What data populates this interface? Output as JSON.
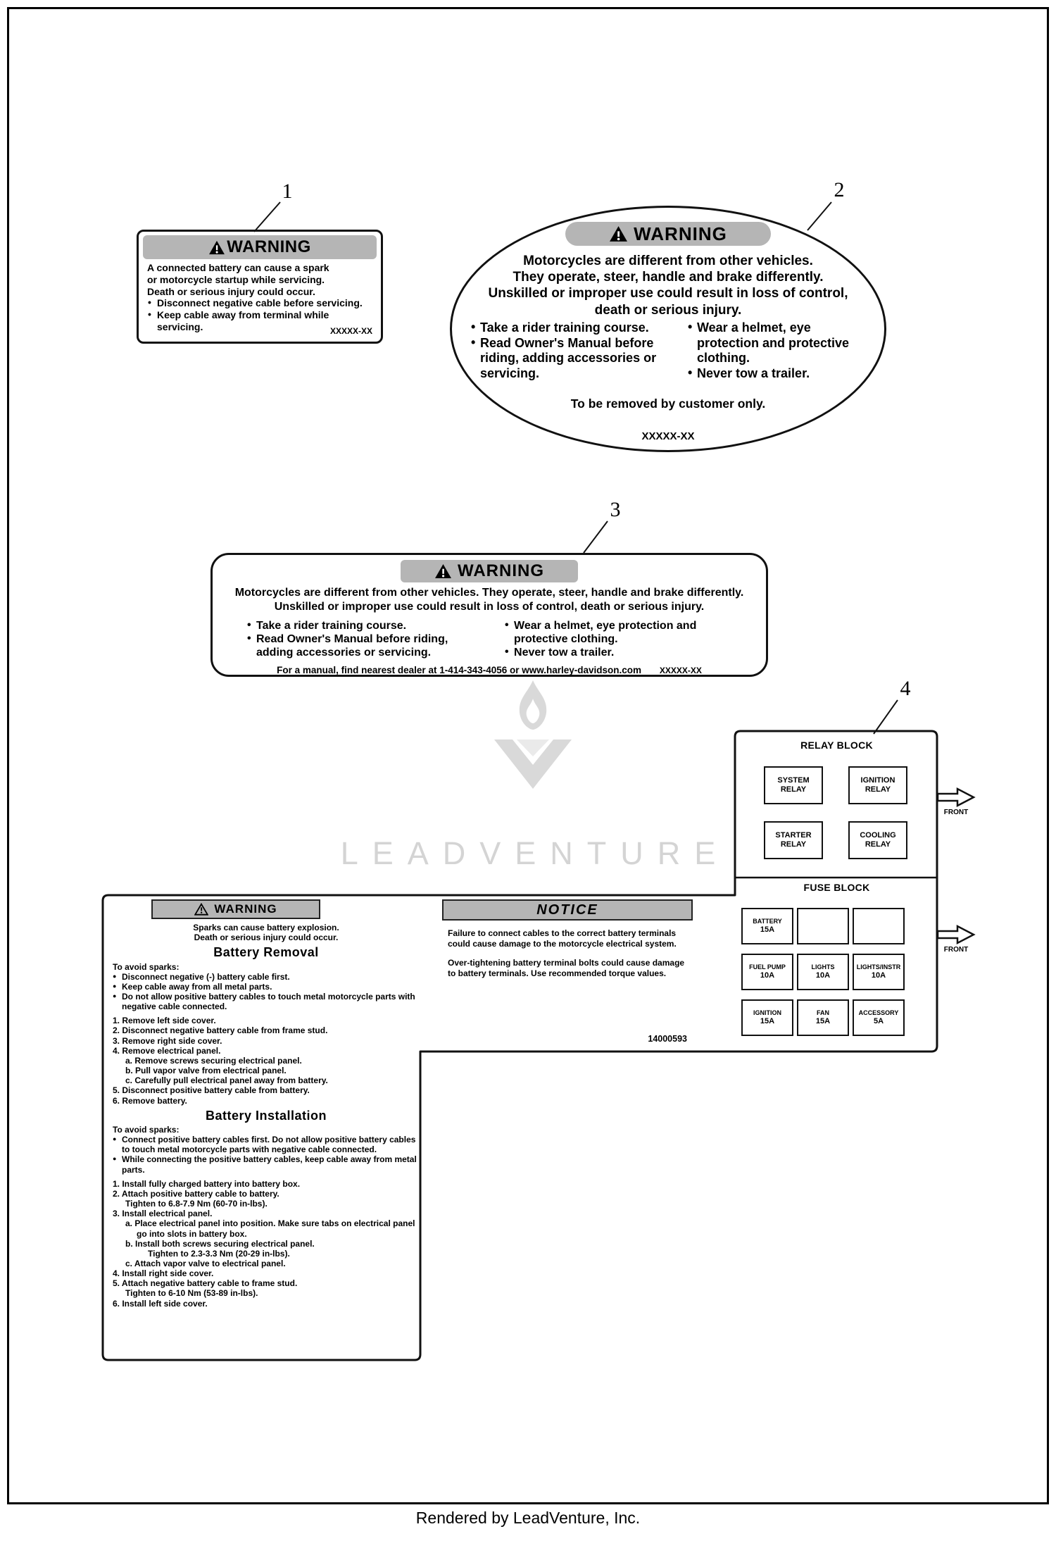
{
  "page": {
    "footer": "Rendered by LeadVenture, Inc."
  },
  "watermark": {
    "text": "LEADVENTURE"
  },
  "colors": {
    "header_gray": "#b5b5b5",
    "watermark_gray": "#d4d4d4"
  },
  "callouts": {
    "n1": "1",
    "n2": "2",
    "n3": "3",
    "n4": "4"
  },
  "label1": {
    "header": "WARNING",
    "line1": "A connected battery can cause a spark",
    "line2": "or motorcycle startup while servicing.",
    "line3": "Death or serious injury could occur.",
    "bullet1": "Disconnect negative cable before servicing.",
    "bullet2": "Keep cable away from terminal while servicing.",
    "part": "XXXXX-XX"
  },
  "label2": {
    "header": "WARNING",
    "line1": "Motorcycles are different from other vehicles.",
    "line2": "They operate, steer, handle and brake differently.",
    "line3": "Unskilled or improper use could result in loss of control,",
    "line4": "death or serious injury.",
    "bullet_left1": "Take a rider training course.",
    "bullet_left2": "Read Owner's Manual before riding, adding accessories or servicing.",
    "bullet_right1": "Wear a helmet, eye protection and protective clothing.",
    "bullet_right2": "Never tow a trailer.",
    "remove_note": "To be removed by customer only.",
    "part": "XXXXX-XX"
  },
  "label3": {
    "header": "WARNING",
    "line1": "Motorcycles are different from other vehicles.  They operate, steer, handle and brake differently.",
    "line2": "Unskilled or improper use could result in loss of control, death or serious injury.",
    "bullet_left1": "Take a rider training course.",
    "bullet_left2": "Read Owner's Manual before riding, adding accessories or servicing.",
    "bullet_right1": "Wear a helmet, eye protection and protective clothing.",
    "bullet_right2": "Never tow a trailer.",
    "footer": "For a manual, find nearest dealer at 1-414-343-4056 or www.harley-davidson.com",
    "part": "XXXXX-XX"
  },
  "label4": {
    "relay_block": {
      "title": "RELAY BLOCK",
      "cells": [
        "SYSTEM RELAY",
        "IGNITION RELAY",
        "STARTER RELAY",
        "COOLING RELAY"
      ],
      "front": "FRONT"
    },
    "fuse_block": {
      "title": "FUSE BLOCK",
      "cells": [
        {
          "name": "BATTERY",
          "amp": "15A"
        },
        {
          "name": "",
          "amp": ""
        },
        {
          "name": "",
          "amp": ""
        },
        {
          "name": "FUEL PUMP",
          "amp": "10A"
        },
        {
          "name": "LIGHTS",
          "amp": "10A"
        },
        {
          "name": "LIGHTS/INSTR",
          "amp": "10A"
        },
        {
          "name": "IGNITION",
          "amp": "15A"
        },
        {
          "name": "FAN",
          "amp": "15A"
        },
        {
          "name": "ACCESSORY",
          "amp": "5A"
        }
      ],
      "front": "FRONT"
    },
    "warning": {
      "header": "WARNING",
      "intro1": "Sparks can cause battery explosion.",
      "intro2": "Death or serious injury could occur.",
      "removal_title": "Battery Removal",
      "removal_lead": "To avoid sparks:",
      "removal_bullets": [
        "Disconnect negative (-) battery cable first.",
        "Keep cable away from all metal parts.",
        "Do not allow positive battery cables to touch metal motorcycle parts with negative cable connected."
      ],
      "removal_steps": [
        "1. Remove left side cover.",
        "2. Disconnect negative battery cable from frame stud.",
        "3. Remove right side cover.",
        "4. Remove electrical panel.",
        "a. Remove screws securing electrical panel.",
        "b. Pull vapor valve from electrical panel.",
        "c. Carefully pull electrical panel away from battery.",
        "5. Disconnect positive battery cable from battery.",
        "6. Remove battery."
      ],
      "install_title": "Battery Installation",
      "install_lead": "To avoid sparks:",
      "install_bullets": [
        "Connect positive battery cables first. Do not allow positive battery cables to touch metal motorcycle parts with negative cable connected.",
        "While connecting the positive battery cables, keep cable away from metal parts."
      ],
      "install_steps": [
        "1. Install fully charged battery into battery box.",
        "2. Attach positive battery cable to battery.",
        "Tighten to 6.8-7.9 Nm (60-70 in-lbs).",
        "3. Install electrical panel.",
        "a. Place electrical panel into position. Make sure tabs on electrical panel go into slots in battery box.",
        "b. Install both screws securing electrical panel.",
        "Tighten to 2.3-3.3 Nm (20-29 in-lbs).",
        "c. Attach vapor valve to electrical panel.",
        "4. Install right side cover.",
        "5. Attach negative battery cable to frame stud.",
        "Tighten to 6-10 Nm (53-89 in-lbs).",
        "6. Install left side cover."
      ]
    },
    "notice": {
      "header": "NOTICE",
      "para1": "Failure to connect cables to the correct battery terminals could cause damage to the motorcycle electrical system.",
      "para2": "Over-tightening battery terminal bolts could cause damage to battery terminals. Use recommended torque values.",
      "part": "14000593"
    }
  }
}
